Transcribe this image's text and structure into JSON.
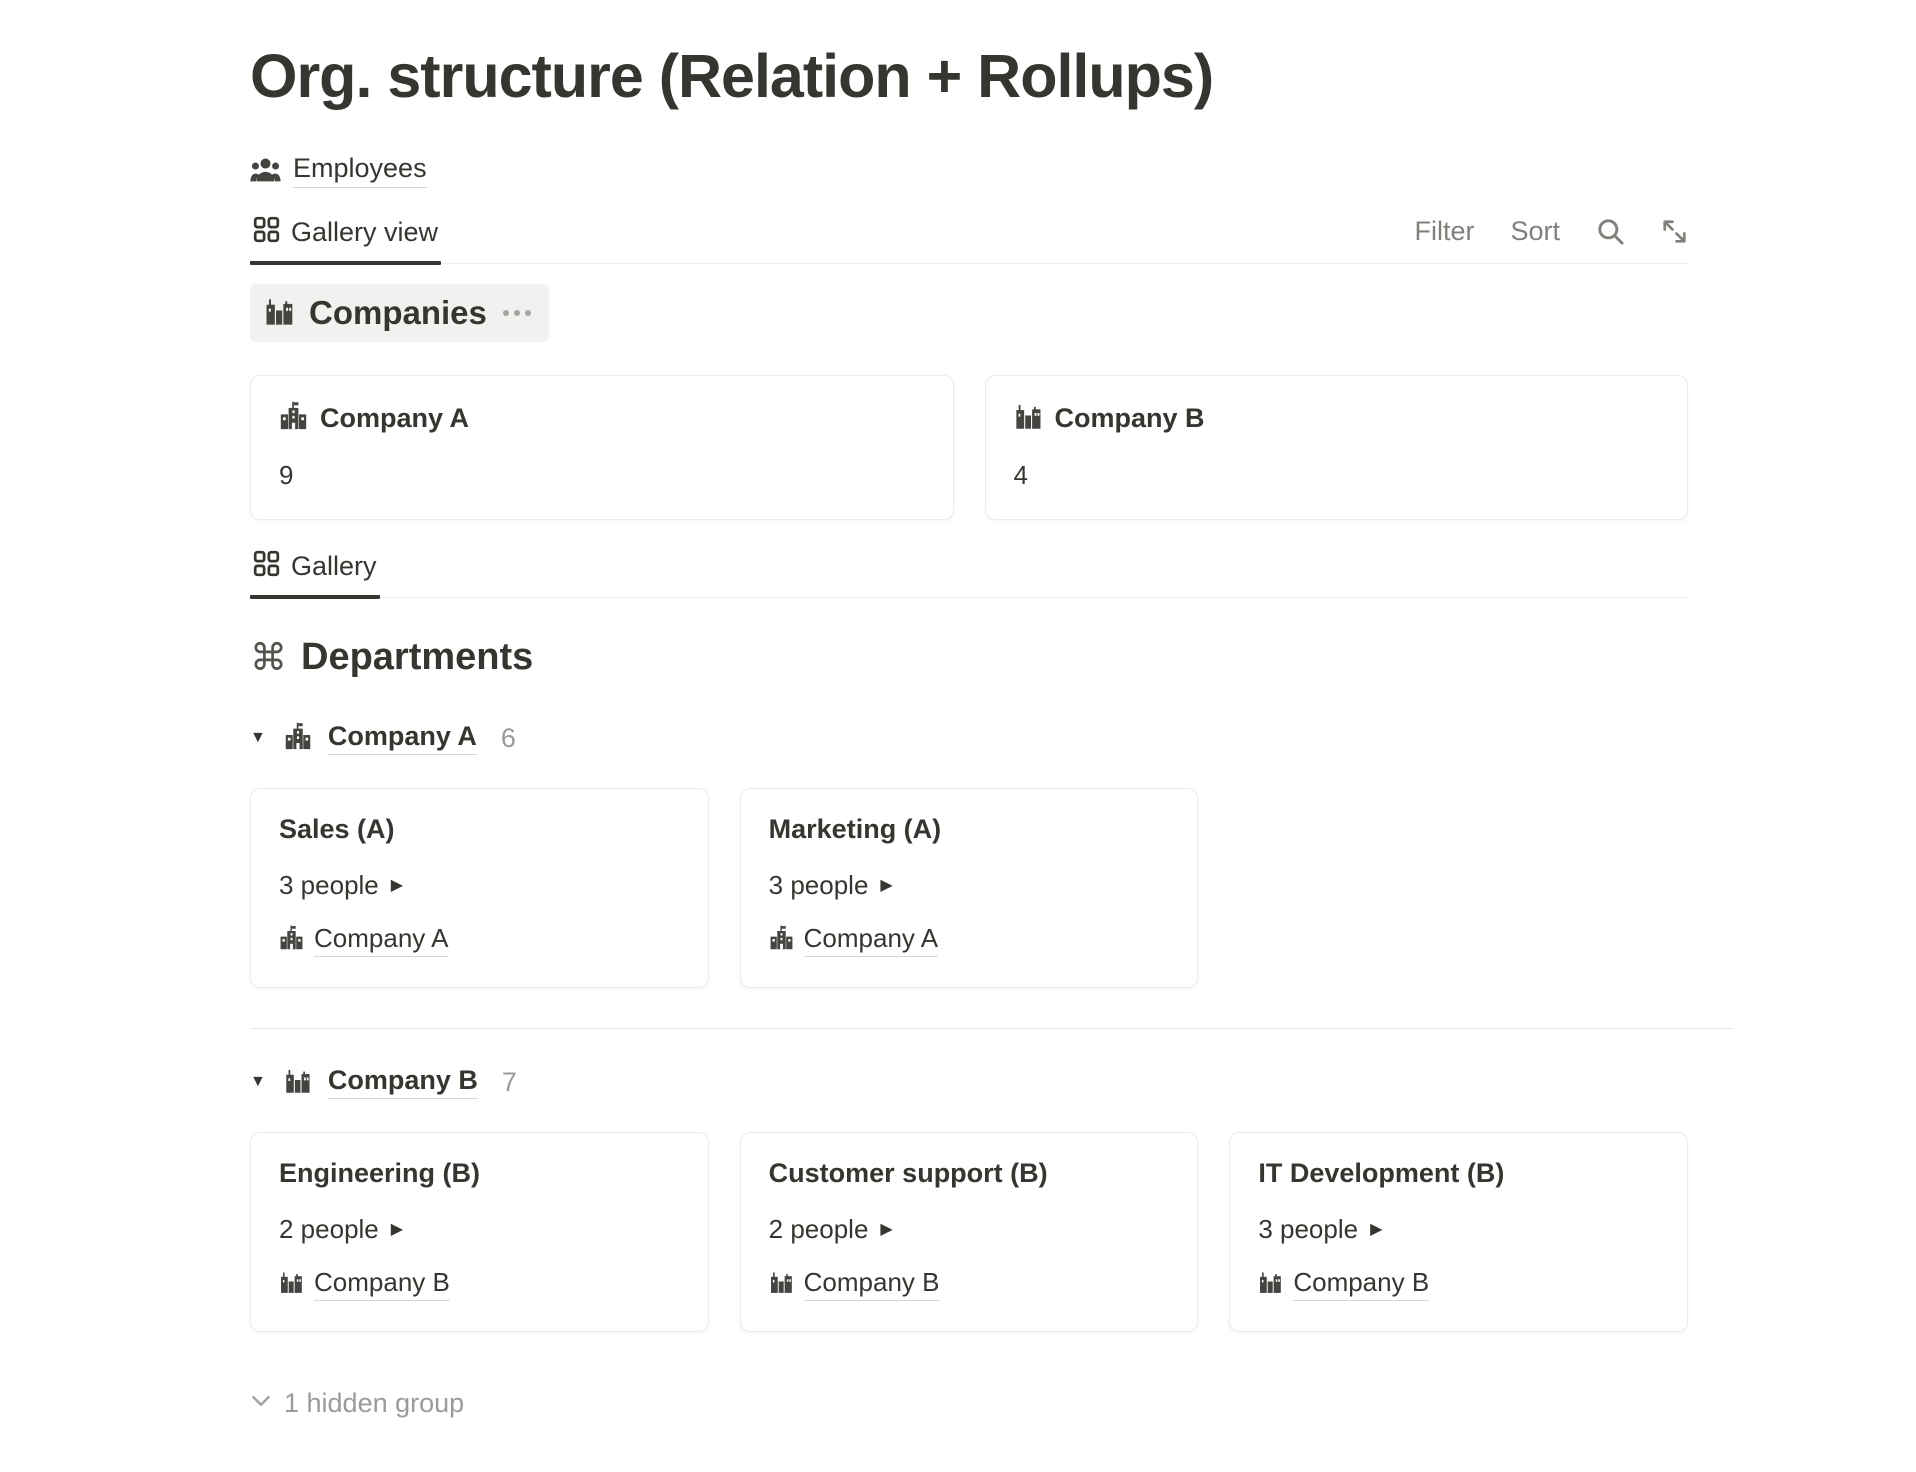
{
  "page": {
    "title": "Org. structure (Relation + Rollups)"
  },
  "linked_db": {
    "label": "Employees"
  },
  "toolbar": {
    "tab_label": "Gallery view",
    "filter_label": "Filter",
    "sort_label": "Sort"
  },
  "companies": {
    "section_title": "Companies",
    "cards": [
      {
        "title": "Company A",
        "value": "9"
      },
      {
        "title": "Company B",
        "value": "4"
      }
    ]
  },
  "departments": {
    "tab_label": "Gallery",
    "command_glyph": "⌘",
    "section_title": "Departments",
    "groups": [
      {
        "name": "Company A",
        "count": "6",
        "cards": [
          {
            "title": "Sales (A)",
            "people": "3 people",
            "company": "Company A"
          },
          {
            "title": "Marketing (A)",
            "people": "3 people",
            "company": "Company A"
          }
        ]
      },
      {
        "name": "Company B",
        "count": "7",
        "cards": [
          {
            "title": "Engineering (B)",
            "people": "2 people",
            "company": "Company B"
          },
          {
            "title": "Customer support (B)",
            "people": "2 people",
            "company": "Company B"
          },
          {
            "title": "IT Development (B)",
            "people": "3 people",
            "company": "Company B"
          }
        ]
      }
    ],
    "hidden_group_label": "1 hidden group"
  },
  "glyphs": {
    "collapse_triangle": "▼",
    "play": "▶"
  },
  "colors": {
    "text": "#37352f",
    "muted": "#82807b",
    "faint": "#9b9a97",
    "chip_bg": "#f1f1ef",
    "border": "#e9e9e7"
  }
}
